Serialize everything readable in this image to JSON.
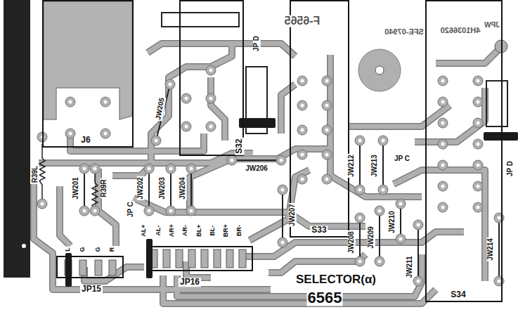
{
  "diagram": {
    "nodes": [
      {
        "text": [
          "J6"
        ]
      },
      {
        "text": [
          "S32"
        ]
      },
      {
        "text": [
          "S33"
        ]
      },
      {
        "text": [
          "S34"
        ]
      },
      {
        "text": [
          "JP15"
        ]
      },
      {
        "text": [
          "JP16"
        ]
      }
    ],
    "labels": [
      "F-6565",
      "SFE-07940",
      "4H1036620",
      "JPW",
      "JP D",
      "JW205",
      "JW206",
      "R39L",
      "JW201",
      "R39R",
      "JW202",
      "JW203",
      "JW204",
      "JP C",
      "JP C",
      "JW212",
      "JW213",
      "JP D",
      "JW207",
      "JW208",
      "JW209",
      "JW210",
      "JW211",
      "JW214",
      "AL+",
      "AL-",
      "AR+",
      "AR-",
      "BL+",
      "BL-",
      "BR+",
      "BR-",
      "L",
      "G",
      "G",
      "R",
      "SELECTOR(α)",
      "6565"
    ]
  }
}
